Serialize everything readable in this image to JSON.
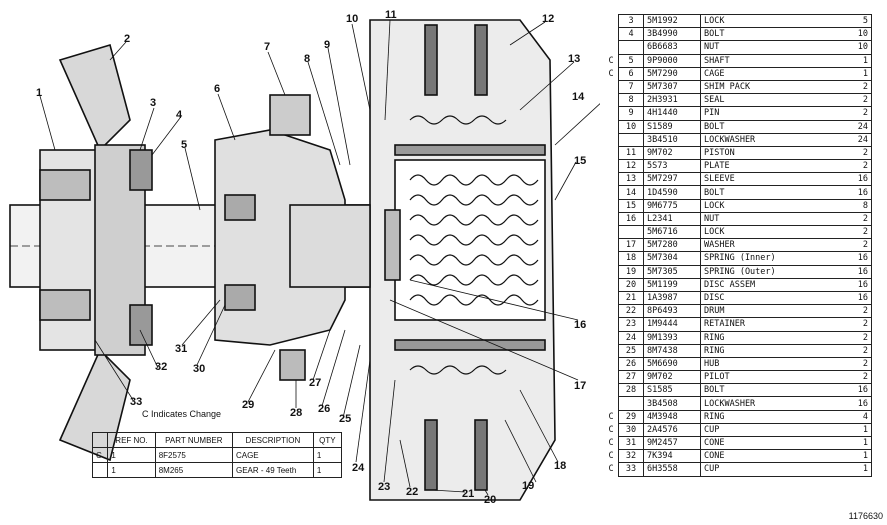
{
  "callouts": [
    "1",
    "2",
    "3",
    "4",
    "5",
    "6",
    "7",
    "8",
    "9",
    "10",
    "11",
    "12",
    "13",
    "14",
    "15",
    "16",
    "17",
    "18",
    "19",
    "20",
    "21",
    "22",
    "23",
    "24",
    "25",
    "26",
    "27",
    "28",
    "29",
    "30",
    "31",
    "32",
    "33"
  ],
  "legend_note": "C  Indicates Change",
  "change_table": {
    "headers": [
      "REF NO.",
      "PART NUMBER",
      "DESCRIPTION",
      "QTY"
    ],
    "rows": [
      {
        "c": "C",
        "ref": "1",
        "part": "8F2575",
        "desc": "CAGE",
        "qty": "1"
      },
      {
        "c": "",
        "ref": "1",
        "part": "8M265",
        "desc": "GEAR - 49 Teeth",
        "qty": "1"
      }
    ]
  },
  "parts_list": [
    {
      "c": "",
      "ref": "3",
      "part": "5M1992",
      "desc": "LOCK",
      "qty": "5"
    },
    {
      "c": "",
      "ref": "4",
      "part": "3B4990",
      "desc": "BOLT",
      "qty": "10"
    },
    {
      "c": "",
      "ref": "",
      "part": "6B6683",
      "desc": "NUT",
      "qty": "10"
    },
    {
      "c": "C",
      "ref": "5",
      "part": "9P9000",
      "desc": "SHAFT",
      "qty": "1"
    },
    {
      "c": "C",
      "ref": "6",
      "part": "5M7290",
      "desc": "CAGE",
      "qty": "1"
    },
    {
      "c": "",
      "ref": "7",
      "part": "5M7307",
      "desc": "SHIM PACK",
      "qty": "2"
    },
    {
      "c": "",
      "ref": "8",
      "part": "2H3931",
      "desc": "SEAL",
      "qty": "2"
    },
    {
      "c": "",
      "ref": "9",
      "part": "4H1440",
      "desc": "PIN",
      "qty": "2"
    },
    {
      "c": "",
      "ref": "10",
      "part": "S1589",
      "desc": "BOLT",
      "qty": "24"
    },
    {
      "c": "",
      "ref": "",
      "part": "3B4510",
      "desc": "LOCKWASHER",
      "qty": "24"
    },
    {
      "c": "",
      "ref": "11",
      "part": "9M702",
      "desc": "PISTON",
      "qty": "2"
    },
    {
      "c": "",
      "ref": "12",
      "part": "5S73",
      "desc": "PLATE",
      "qty": "2"
    },
    {
      "c": "",
      "ref": "13",
      "part": "5M7297",
      "desc": "SLEEVE",
      "qty": "16"
    },
    {
      "c": "",
      "ref": "14",
      "part": "1D4590",
      "desc": "BOLT",
      "qty": "16"
    },
    {
      "c": "",
      "ref": "15",
      "part": "9M6775",
      "desc": "LOCK",
      "qty": "8"
    },
    {
      "c": "",
      "ref": "16",
      "part": "L2341",
      "desc": "NUT",
      "qty": "2"
    },
    {
      "c": "",
      "ref": "",
      "part": "5M6716",
      "desc": "LOCK",
      "qty": "2"
    },
    {
      "c": "",
      "ref": "17",
      "part": "5M7280",
      "desc": "WASHER",
      "qty": "2"
    },
    {
      "c": "",
      "ref": "18",
      "part": "5M7304",
      "desc": "SPRING (Inner)",
      "qty": "16"
    },
    {
      "c": "",
      "ref": "19",
      "part": "5M7305",
      "desc": "SPRING (Outer)",
      "qty": "16"
    },
    {
      "c": "",
      "ref": "20",
      "part": "5M1199",
      "desc": "DISC ASSEM",
      "qty": "16"
    },
    {
      "c": "",
      "ref": "21",
      "part": "1A3987",
      "desc": "DISC",
      "qty": "16"
    },
    {
      "c": "",
      "ref": "22",
      "part": "8P6493",
      "desc": "DRUM",
      "qty": "2"
    },
    {
      "c": "",
      "ref": "23",
      "part": "1M9444",
      "desc": "RETAINER",
      "qty": "2"
    },
    {
      "c": "",
      "ref": "24",
      "part": "9M1393",
      "desc": "RING",
      "qty": "2"
    },
    {
      "c": "",
      "ref": "25",
      "part": "8M7438",
      "desc": "RING",
      "qty": "2"
    },
    {
      "c": "",
      "ref": "26",
      "part": "5M6690",
      "desc": "HUB",
      "qty": "2"
    },
    {
      "c": "",
      "ref": "27",
      "part": "9M702",
      "desc": "PILOT",
      "qty": "2"
    },
    {
      "c": "",
      "ref": "28",
      "part": "S1585",
      "desc": "BOLT",
      "qty": "16"
    },
    {
      "c": "",
      "ref": "",
      "part": "3B4508",
      "desc": "LOCKWASHER",
      "qty": "16"
    },
    {
      "c": "C",
      "ref": "29",
      "part": "4M3948",
      "desc": "RING",
      "qty": "4"
    },
    {
      "c": "C",
      "ref": "30",
      "part": "2A4576",
      "desc": "CUP",
      "qty": "1"
    },
    {
      "c": "C",
      "ref": "31",
      "part": "9M2457",
      "desc": "CONE",
      "qty": "1"
    },
    {
      "c": "C",
      "ref": "32",
      "part": "7K394",
      "desc": "CONE",
      "qty": "1"
    },
    {
      "c": "C",
      "ref": "33",
      "part": "6H3558",
      "desc": "CUP",
      "qty": "1"
    }
  ],
  "drawing_id": "1176630"
}
